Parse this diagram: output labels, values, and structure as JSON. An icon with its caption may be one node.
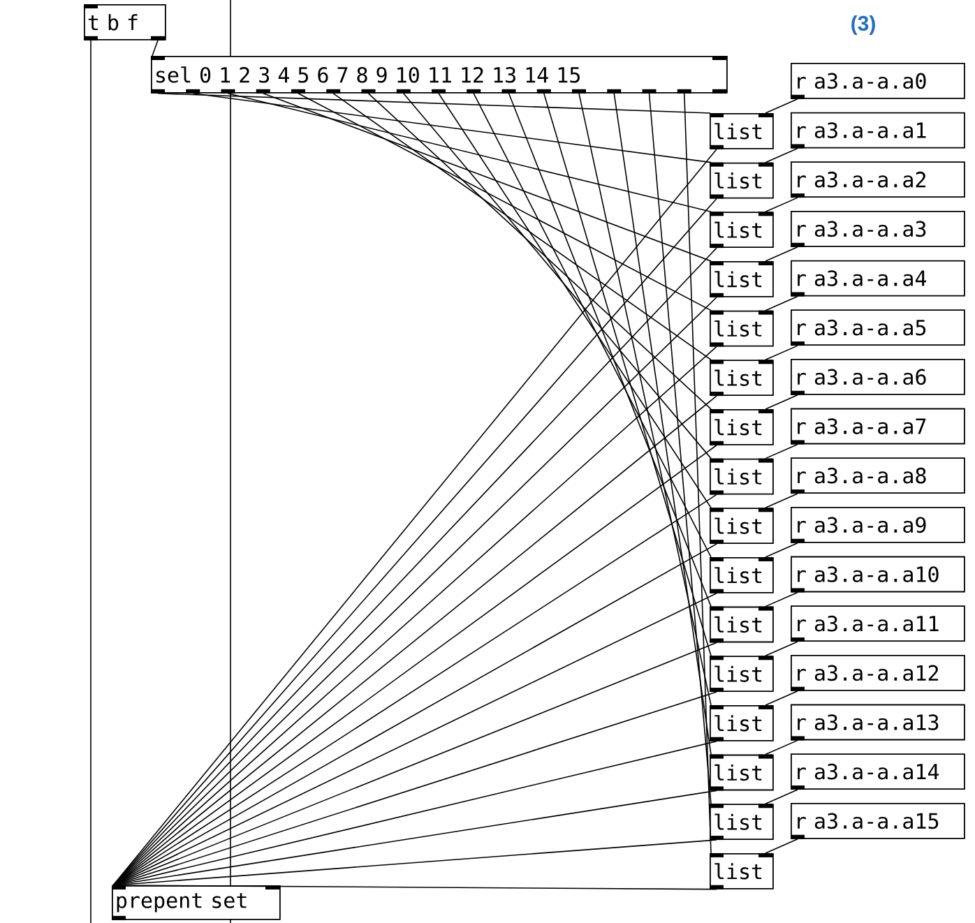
{
  "diagram": {
    "nodes": [
      {
        "text": [
          "t b f"
        ]
      },
      {
        "text": [
          "sel 0 1 2 3 4 5 6 7 8 9 10 11 12 13 14 15"
        ]
      },
      {
        "text": [
          "r a3.a-a.a0"
        ]
      },
      {
        "text": [
          "r a3.a-a.a1"
        ]
      },
      {
        "text": [
          "r a3.a-a.a2"
        ]
      },
      {
        "text": [
          "r a3.a-a.a3"
        ]
      },
      {
        "text": [
          "r a3.a-a.a4"
        ]
      },
      {
        "text": [
          "r a3.a-a.a5"
        ]
      },
      {
        "text": [
          "r a3.a-a.a6"
        ]
      },
      {
        "text": [
          "r a3.a-a.a7"
        ]
      },
      {
        "text": [
          "r a3.a-a.a8"
        ]
      },
      {
        "text": [
          "r a3.a-a.a9"
        ]
      },
      {
        "text": [
          "r a3.a-a.a10"
        ]
      },
      {
        "text": [
          "r a3.a-a.a11"
        ]
      },
      {
        "text": [
          "r a3.a-a.a12"
        ]
      },
      {
        "text": [
          "r a3.a-a.a13"
        ]
      },
      {
        "text": [
          "r a3.a-a.a14"
        ]
      },
      {
        "text": [
          "r a3.a-a.a15"
        ]
      },
      {
        "text": [
          "list"
        ]
      },
      {
        "text": [
          "list"
        ]
      },
      {
        "text": [
          "list"
        ]
      },
      {
        "text": [
          "list"
        ]
      },
      {
        "text": [
          "list"
        ]
      },
      {
        "text": [
          "list"
        ]
      },
      {
        "text": [
          "list"
        ]
      },
      {
        "text": [
          "list"
        ]
      },
      {
        "text": [
          "list"
        ]
      },
      {
        "text": [
          "list"
        ]
      },
      {
        "text": [
          "list"
        ]
      },
      {
        "text": [
          "list"
        ]
      },
      {
        "text": [
          "list"
        ]
      },
      {
        "text": [
          "list"
        ]
      },
      {
        "text": [
          "list"
        ]
      },
      {
        "text": [
          "list"
        ]
      },
      {
        "text": [
          "prepent set"
        ]
      }
    ],
    "edges": [
      {
        "from": 0,
        "to": 1,
        "arrow": "none"
      },
      {
        "from": 0,
        "to": null,
        "arrow": "none"
      },
      {
        "from": 1,
        "to": 18,
        "arrow": "none"
      },
      {
        "from": 1,
        "to": 19,
        "arrow": "none"
      },
      {
        "from": 1,
        "to": 20,
        "arrow": "none"
      },
      {
        "from": 1,
        "to": 21,
        "arrow": "none"
      },
      {
        "from": 1,
        "to": 22,
        "arrow": "none"
      },
      {
        "from": 1,
        "to": 23,
        "arrow": "none"
      },
      {
        "from": 1,
        "to": 24,
        "arrow": "none"
      },
      {
        "from": 1,
        "to": 25,
        "arrow": "none"
      },
      {
        "from": 1,
        "to": 26,
        "arrow": "none"
      },
      {
        "from": 1,
        "to": 27,
        "arrow": "none"
      },
      {
        "from": 1,
        "to": 28,
        "arrow": "none"
      },
      {
        "from": 1,
        "to": 29,
        "arrow": "none"
      },
      {
        "from": 1,
        "to": 30,
        "arrow": "none"
      },
      {
        "from": 1,
        "to": 31,
        "arrow": "none"
      },
      {
        "from": 1,
        "to": 32,
        "arrow": "none"
      },
      {
        "from": 1,
        "to": 33,
        "arrow": "none"
      },
      {
        "from": 2,
        "to": 18,
        "arrow": "none"
      },
      {
        "from": 3,
        "to": 19,
        "arrow": "none"
      },
      {
        "from": 4,
        "to": 20,
        "arrow": "none"
      },
      {
        "from": 5,
        "to": 21,
        "arrow": "none"
      },
      {
        "from": 6,
        "to": 22,
        "arrow": "none"
      },
      {
        "from": 7,
        "to": 23,
        "arrow": "none"
      },
      {
        "from": 8,
        "to": 24,
        "arrow": "none"
      },
      {
        "from": 9,
        "to": 25,
        "arrow": "none"
      },
      {
        "from": 10,
        "to": 26,
        "arrow": "none"
      },
      {
        "from": 11,
        "to": 27,
        "arrow": "none"
      },
      {
        "from": 12,
        "to": 28,
        "arrow": "none"
      },
      {
        "from": 13,
        "to": 29,
        "arrow": "none"
      },
      {
        "from": 14,
        "to": 30,
        "arrow": "none"
      },
      {
        "from": 15,
        "to": 31,
        "arrow": "none"
      },
      {
        "from": 16,
        "to": 32,
        "arrow": "none"
      },
      {
        "from": 17,
        "to": 33,
        "arrow": "none"
      },
      {
        "from": 18,
        "to": 34,
        "arrow": "none"
      },
      {
        "from": 19,
        "to": 34,
        "arrow": "none"
      },
      {
        "from": 20,
        "to": 34,
        "arrow": "none"
      },
      {
        "from": 21,
        "to": 34,
        "arrow": "none"
      },
      {
        "from": 22,
        "to": 34,
        "arrow": "none"
      },
      {
        "from": 23,
        "to": 34,
        "arrow": "none"
      },
      {
        "from": 24,
        "to": 34,
        "arrow": "none"
      },
      {
        "from": 25,
        "to": 34,
        "arrow": "none"
      },
      {
        "from": 26,
        "to": 34,
        "arrow": "none"
      },
      {
        "from": 27,
        "to": 34,
        "arrow": "none"
      },
      {
        "from": 28,
        "to": 34,
        "arrow": "none"
      },
      {
        "from": 29,
        "to": 34,
        "arrow": "none"
      },
      {
        "from": 30,
        "to": 34,
        "arrow": "none"
      },
      {
        "from": 31,
        "to": 34,
        "arrow": "none"
      },
      {
        "from": 32,
        "to": 34,
        "arrow": "none"
      },
      {
        "from": 33,
        "to": 34,
        "arrow": "none"
      }
    ],
    "labels": [
      "(3)"
    ]
  }
}
